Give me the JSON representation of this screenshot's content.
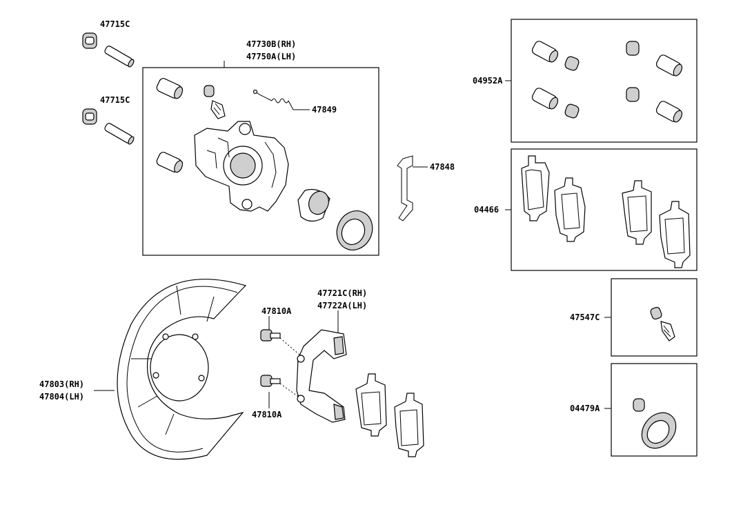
{
  "diagram": {
    "labels": {
      "l_47715c_a": "47715C",
      "l_47715c_b": "47715C",
      "l_47730b": "47730B(RH)",
      "l_47750a": "47750A(LH)",
      "l_47849": "47849",
      "l_47848": "47848",
      "l_04952a": "04952A",
      "l_04466": "04466",
      "l_47547c": "47547C",
      "l_04479a": "04479A",
      "l_47721c": "47721C(RH)",
      "l_47722a": "47722A(LH)",
      "l_47810a_a": "47810A",
      "l_47810a_b": "47810A",
      "l_47803": "47803(RH)",
      "l_47804": "47804(LH)"
    }
  }
}
